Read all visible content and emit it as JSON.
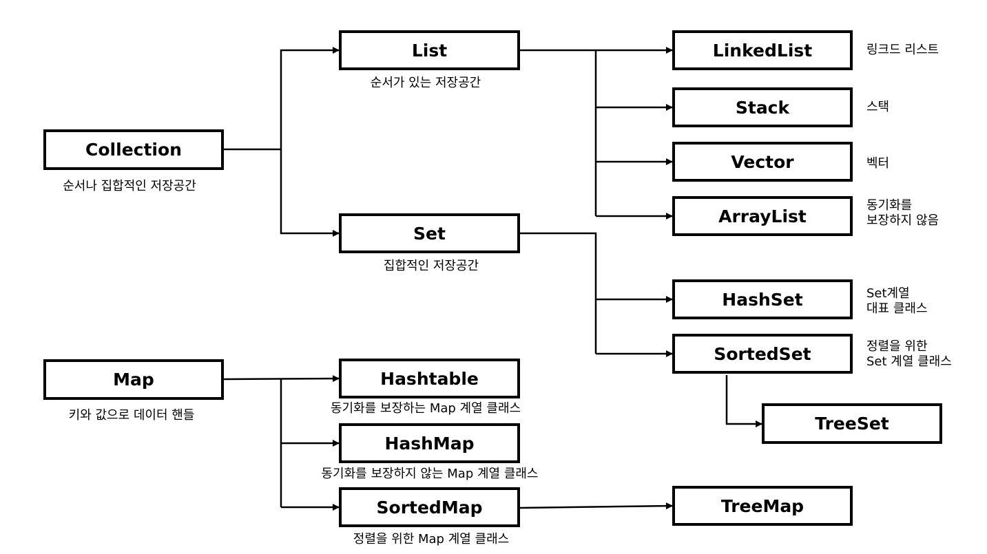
{
  "nodes": {
    "collection": {
      "label": "Collection",
      "caption": "순서나 집합적인 저장공간"
    },
    "list": {
      "label": "List",
      "caption": "순서가 있는 저장공간"
    },
    "set": {
      "label": "Set",
      "caption": "집합적인 저장공간"
    },
    "map": {
      "label": "Map",
      "caption": "키와 값으로 데이터 핸들"
    },
    "linkedlist": {
      "label": "LinkedList",
      "note": [
        "링크드 리스트"
      ]
    },
    "stack": {
      "label": "Stack",
      "note": [
        "스택"
      ]
    },
    "vector": {
      "label": "Vector",
      "note": [
        "벡터"
      ]
    },
    "arraylist": {
      "label": "ArrayList",
      "note": [
        "동기화를",
        "보장하지 않음"
      ]
    },
    "hashset": {
      "label": "HashSet",
      "note": [
        "Set계열",
        "대표 클래스"
      ]
    },
    "sortedset": {
      "label": "SortedSet",
      "note": [
        "정렬을 위한",
        "Set 계열 클래스"
      ]
    },
    "treeset": {
      "label": "TreeSet"
    },
    "hashtable": {
      "label": "Hashtable",
      "caption": "동기화를 보장하는 Map 계열 클래스"
    },
    "hashmap": {
      "label": "HashMap",
      "caption": "동기화를 보장하지 않는 Map 계열 클래스"
    },
    "sortedmap": {
      "label": "SortedMap",
      "caption": "정렬을 위한 Map 계열 클래스"
    },
    "treemap": {
      "label": "TreeMap"
    }
  }
}
